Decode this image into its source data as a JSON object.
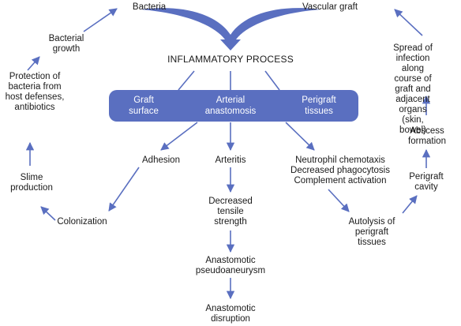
{
  "colors": {
    "arrow": "#5a6fc0",
    "box": "#5a6fc0",
    "box_text": "#ffffff",
    "text": "#1a1a1a"
  },
  "nodes": {
    "bacteria": "Bacteria",
    "vascular_graft": "Vascular graft",
    "inflammatory_process": "INFLAMMATORY PROCESS",
    "bacterial_growth": "Bacterial\ngrowth",
    "protection": "Protection of\nbacteria from\nhost defenses,\nantibiotics",
    "slime_production": "Slime\nproduction",
    "colonization": "Colonization",
    "adhesion": "Adhesion",
    "arteritis": "Arteritis",
    "decreased_tensile_strength": "Decreased\ntensile\nstrength",
    "anastomotic_pseudoaneurysm": "Anastomotic\npseudoaneurysm",
    "anastomotic_disruption": "Anastomotic\ndisruption",
    "neutrophil_effects": "Neutrophil chemotaxis\nDecreased phagocytosis\nComplement activation",
    "autolysis": "Autolysis of\nperigraft\ntissues",
    "perigraft_cavity": "Perigraft\ncavity",
    "abscess_formation": "Abscess\nformation",
    "spread_of_infection": "Spread of infection\nalong course of\ngraft and\nadjacent organs\n(skin, bowel)"
  },
  "sites": {
    "graft_surface": "Graft\nsurface",
    "arterial_anastomosis": "Arterial\nanastomosis",
    "perigraft_tissues": "Perigraft\ntissues"
  }
}
